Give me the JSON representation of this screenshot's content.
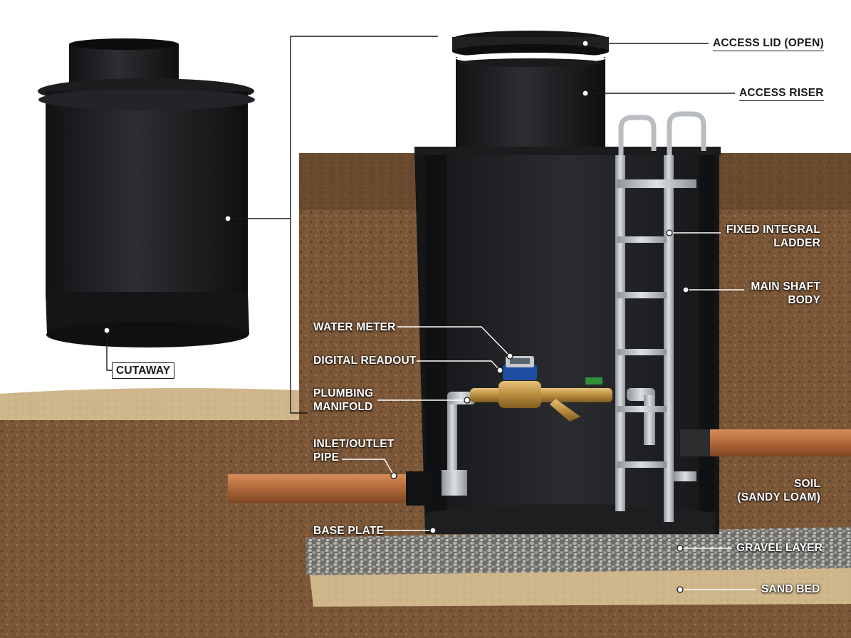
{
  "labels": {
    "access_lid": "ACCESS LID (OPEN)",
    "access_riser": "ACCESS RISER",
    "fixed_ladder_line1": "FIXED INTEGRAL",
    "fixed_ladder_line2": "LADDER",
    "main_shaft_line1": "MAIN SHAFT",
    "main_shaft_line2": "BODY",
    "water_meter": "WATER METER",
    "digital_readout": "DIGITAL READOUT",
    "plumbing_line1": "PLUMBING",
    "plumbing_line2": "MANIFOLD",
    "inlet_line1": "INLET/OUTLET",
    "inlet_line2": "PIPE",
    "soil_line1": "SOIL",
    "soil_line2": "(SANDY LOAM)",
    "base_plate": "BASE PLATE",
    "gravel_layer": "GRAVEL LAYER",
    "sand_bed": "SAND BED",
    "cutaway": "CUTAWAY"
  },
  "colors": {
    "soil": "#7a5636",
    "soil_dark": "#5b3e25",
    "sand": "#cdb487",
    "gravel": "#8e8e8a",
    "shaft": "#1c1d1e",
    "pipe": "#b06a3a",
    "brass": "#c9a256",
    "steel": "#b8bcc0"
  },
  "icons": [
    "water-meter-icon",
    "ladder-icon",
    "valve-icon"
  ]
}
